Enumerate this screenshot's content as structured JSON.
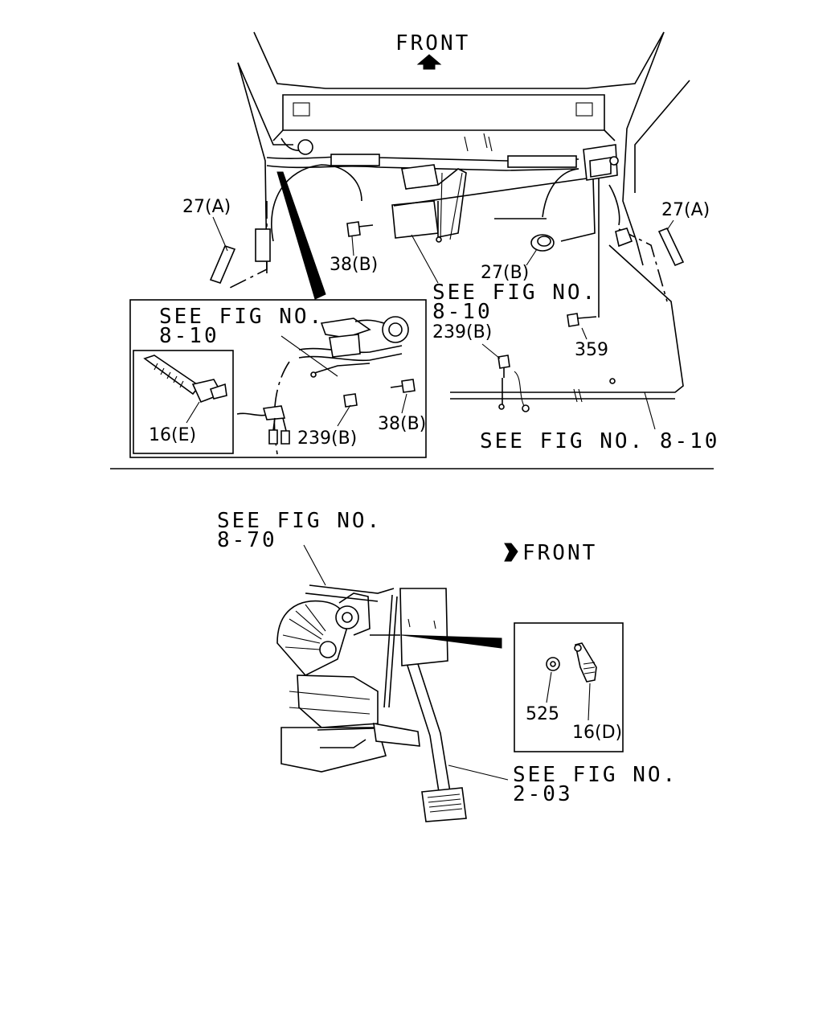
{
  "top_view": {
    "front_label": "FRONT",
    "callouts": {
      "p27a_left": "27(A)",
      "p27a_right": "27(A)",
      "p27b": "27(B)",
      "p38b_top": "38(B)",
      "p38b_inset": "38(B)",
      "p239b_right": "239(B)",
      "p239b_inset": "239(B)",
      "p359": "359",
      "p16e": "16(E)"
    },
    "refs": {
      "see_fig_center_line1": "SEE FIG NO.",
      "see_fig_center_line2": "8-10",
      "see_fig_inset_line1": "SEE FIG NO.",
      "see_fig_inset_line2": "8-10",
      "see_fig_bottom": "SEE FIG NO. 8-10"
    }
  },
  "bottom_view": {
    "front_label": "FRONT",
    "callouts": {
      "p525": "525",
      "p16d": "16(D)"
    },
    "refs": {
      "see_fig_top_line1": "SEE FIG NO.",
      "see_fig_top_line2": "8-70",
      "see_fig_pedal_line1": "SEE FIG NO.",
      "see_fig_pedal_line2": "2-03"
    }
  }
}
